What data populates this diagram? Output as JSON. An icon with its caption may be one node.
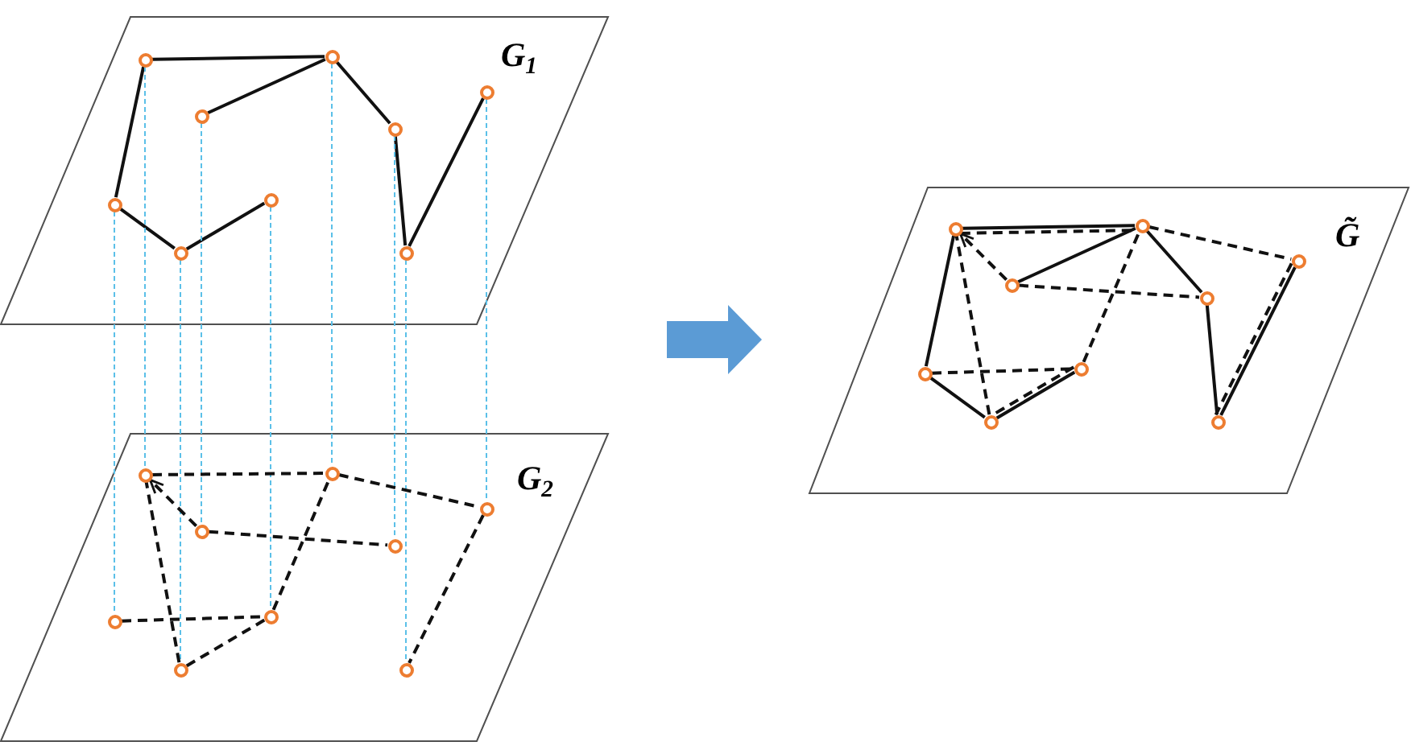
{
  "diagram": {
    "nodes": [
      {
        "text": [
          "G$_{1}$"
        ]
      },
      {
        "text": [],
        "shape": "circle",
        "in": 0
      },
      {
        "text": [],
        "shape": "circle",
        "in": 0
      },
      {
        "text": [],
        "shape": "circle",
        "in": 0
      },
      {
        "text": [],
        "shape": "circle",
        "in": 0
      },
      {
        "text": [],
        "shape": "circle",
        "in": 0
      },
      {
        "text": [],
        "shape": "circle",
        "in": 0
      },
      {
        "text": [],
        "shape": "circle",
        "in": 0
      },
      {
        "text": [],
        "shape": "circle",
        "in": 0
      },
      {
        "text": [],
        "shape": "circle",
        "in": 0
      },
      {
        "text": [
          "G$_{2}$"
        ]
      },
      {
        "text": [],
        "shape": "circle",
        "in": 10
      },
      {
        "text": [],
        "shape": "circle",
        "in": 10
      },
      {
        "text": [],
        "shape": "circle",
        "in": 10
      },
      {
        "text": [],
        "shape": "circle",
        "in": 10
      },
      {
        "text": [],
        "shape": "circle",
        "in": 10
      },
      {
        "text": [],
        "shape": "circle",
        "in": 10
      },
      {
        "text": [],
        "shape": "circle",
        "in": 10
      },
      {
        "text": [],
        "shape": "circle",
        "in": 10
      },
      {
        "text": [],
        "shape": "circle",
        "in": 10
      },
      {
        "text": [
          "G̃"
        ]
      },
      {
        "text": [],
        "shape": "circle",
        "in": 20
      },
      {
        "text": [],
        "shape": "circle",
        "in": 20
      },
      {
        "text": [],
        "shape": "circle",
        "in": 20
      },
      {
        "text": [],
        "shape": "circle",
        "in": 20
      },
      {
        "text": [],
        "shape": "circle",
        "in": 20
      },
      {
        "text": [],
        "shape": "circle",
        "in": 20
      },
      {
        "text": [],
        "shape": "circle",
        "in": 20
      },
      {
        "text": [],
        "shape": "circle",
        "in": 20
      },
      {
        "text": [],
        "shape": "circle",
        "in": 20
      }
    ],
    "edges": [
      {
        "from": 1,
        "to": 2,
        "arrow": "none"
      },
      {
        "from": 3,
        "to": 2,
        "arrow": "none"
      },
      {
        "from": 2,
        "to": 4,
        "arrow": "none"
      },
      {
        "from": 4,
        "to": 9,
        "arrow": "none"
      },
      {
        "from": 9,
        "to": 5,
        "arrow": "none"
      },
      {
        "from": 1,
        "to": 6,
        "arrow": "none"
      },
      {
        "from": 6,
        "to": 7,
        "arrow": "none"
      },
      {
        "from": 7,
        "to": 8,
        "arrow": "none"
      },
      {
        "from": 1,
        "to": 11,
        "arrow": "none",
        "style": "dashed",
        "color": "#5bc0e8"
      },
      {
        "from": 2,
        "to": 12,
        "arrow": "none",
        "style": "dashed",
        "color": "#5bc0e8"
      },
      {
        "from": 3,
        "to": 13,
        "arrow": "none",
        "style": "dashed",
        "color": "#5bc0e8"
      },
      {
        "from": 4,
        "to": 14,
        "arrow": "none",
        "style": "dashed",
        "color": "#5bc0e8"
      },
      {
        "from": 5,
        "to": 15,
        "arrow": "none",
        "style": "dashed",
        "color": "#5bc0e8"
      },
      {
        "from": 6,
        "to": 16,
        "arrow": "none",
        "style": "dashed",
        "color": "#5bc0e8"
      },
      {
        "from": 7,
        "to": 17,
        "arrow": "none",
        "style": "dashed",
        "color": "#5bc0e8"
      },
      {
        "from": 8,
        "to": 18,
        "arrow": "none",
        "style": "dashed",
        "color": "#5bc0e8"
      },
      {
        "from": 9,
        "to": 19,
        "arrow": "none",
        "style": "dashed",
        "color": "#5bc0e8"
      },
      {
        "from": 11,
        "to": 12,
        "arrow": "none",
        "style": "dashed"
      },
      {
        "from": 12,
        "to": 15,
        "arrow": "none",
        "style": "dashed"
      },
      {
        "from": 13,
        "to": 11,
        "arrow": "to",
        "style": "dashed"
      },
      {
        "from": 13,
        "to": 14,
        "arrow": "none",
        "style": "dashed"
      },
      {
        "from": 17,
        "to": 11,
        "arrow": "none",
        "style": "dashed"
      },
      {
        "from": 16,
        "to": 18,
        "arrow": "none",
        "style": "dashed"
      },
      {
        "from": 18,
        "to": 12,
        "arrow": "none",
        "style": "dashed"
      },
      {
        "from": 18,
        "to": 17,
        "arrow": "none",
        "style": "dashed"
      },
      {
        "from": 15,
        "to": 19,
        "arrow": "none",
        "style": "dashed"
      },
      {
        "from": null,
        "to": 20,
        "arrow": "to",
        "style": "thick",
        "color": "#5b9bd5"
      },
      {
        "from": 21,
        "to": 22,
        "arrow": "none"
      },
      {
        "from": 23,
        "to": 22,
        "arrow": "none"
      },
      {
        "from": 22,
        "to": 24,
        "arrow": "none"
      },
      {
        "from": 24,
        "to": 29,
        "arrow": "none"
      },
      {
        "from": 29,
        "to": 25,
        "arrow": "none"
      },
      {
        "from": 21,
        "to": 26,
        "arrow": "none"
      },
      {
        "from": 26,
        "to": 27,
        "arrow": "none"
      },
      {
        "from": 27,
        "to": 28,
        "arrow": "none"
      },
      {
        "from": 21,
        "to": 22,
        "arrow": "none",
        "style": "dashed"
      },
      {
        "from": 22,
        "to": 25,
        "arrow": "none",
        "style": "dashed"
      },
      {
        "from": 23,
        "to": 21,
        "arrow": "to",
        "style": "dashed"
      },
      {
        "from": 23,
        "to": 24,
        "arrow": "none",
        "style": "dashed"
      },
      {
        "from": 27,
        "to": 21,
        "arrow": "none",
        "style": "dashed"
      },
      {
        "from": 26,
        "to": 28,
        "arrow": "none",
        "style": "dashed"
      },
      {
        "from": 28,
        "to": 22,
        "arrow": "none",
        "style": "dashed"
      },
      {
        "from": 28,
        "to": 27,
        "arrow": "none",
        "style": "dashed"
      },
      {
        "from": 25,
        "to": 29,
        "arrow": "none",
        "style": "dashed"
      }
    ]
  }
}
